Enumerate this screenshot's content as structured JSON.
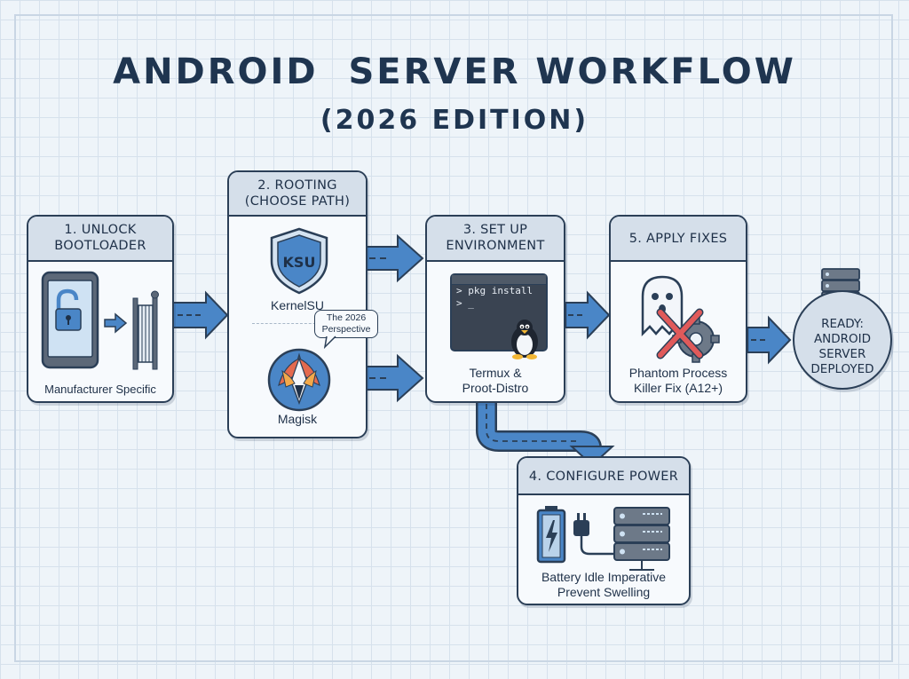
{
  "title": "ANDROID  SERVER WORKFLOW",
  "subtitle": "(2026 EDITION)",
  "steps": {
    "unlock": {
      "title": "1. UNLOCK\nBOOTLOADER",
      "caption": "Manufacturer Specific"
    },
    "rooting": {
      "title": "2. ROOTING\n(CHOOSE PATH)",
      "option_a": {
        "badge": "KSU",
        "label": "KernelSU"
      },
      "option_b": {
        "label": "Magisk"
      },
      "note": "The 2026\nPerspective"
    },
    "environment": {
      "title": "3. SET UP\nENVIRONMENT",
      "terminal_line1": "> pkg install",
      "terminal_line2": "> _",
      "caption": "Termux &\nProot-Distro"
    },
    "power": {
      "title": "4. CONFIGURE POWER",
      "caption": "Battery Idle Imperative\nPrevent Swelling"
    },
    "fixes": {
      "title": "5. APPLY FIXES",
      "caption": "Phantom Process\nKiller Fix (A12+)"
    },
    "ready": {
      "label": "READY:\nANDROID\nSERVER\nDEPLOYED"
    }
  },
  "icons": [
    "phone-unlock-icon",
    "gate-icon",
    "shield-icon",
    "magisk-mask-icon",
    "terminal-icon",
    "tux-penguin-icon",
    "ghost-icon",
    "cross-icon",
    "gear-icon",
    "battery-icon",
    "plug-icon",
    "server-icon"
  ],
  "colors": {
    "arrow": "#4a86c7",
    "outline": "#2b3f57",
    "header": "#d5dfea",
    "cross": "#e05a5a"
  }
}
